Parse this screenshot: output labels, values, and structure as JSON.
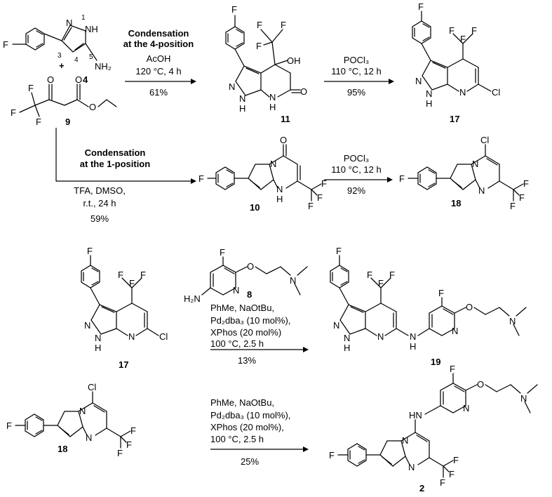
{
  "atoms": {
    "F": "F",
    "N": "N",
    "NH": "NH",
    "NH2": "NH₂",
    "O": "O",
    "OH": "OH",
    "Cl": "Cl",
    "H": "H",
    "HN": "HN",
    "H2N": "H₂N"
  },
  "numbering": {
    "n1": "1",
    "n3": "3",
    "n4": "4",
    "n5": "5"
  },
  "compounds": {
    "c4": "4",
    "c9": "9",
    "c11": "11",
    "c17": "17",
    "c10": "10",
    "c18": "18",
    "c8": "8",
    "c19": "19",
    "c2": "2"
  },
  "plus": "+",
  "reactions": {
    "r1": {
      "title1": "Condensation",
      "title2": "at the 4-position",
      "reagent": "AcOH",
      "temp": "120 °C, 4 h",
      "yield": "61%"
    },
    "r2": {
      "reagent": "POCl₃",
      "temp": "110 °C, 12 h",
      "yield": "95%"
    },
    "r3": {
      "title1": "Condensation",
      "title2": "at the 1-position",
      "reagent": "TFA, DMSO,",
      "temp": "r.t., 24 h",
      "yield": "59%"
    },
    "r4": {
      "reagent": "POCl₃",
      "temp": "110 °C, 12 h",
      "yield": "92%"
    },
    "r5": {
      "l1": "PhMe, NaOtBu,",
      "l2": "Pd₂dba₃ (10 mol%),",
      "l3": "XPhos (20 mol%)",
      "l4": "100 °C, 2.5 h",
      "yield": "13%"
    },
    "r6": {
      "l1": "PhMe, NaOtBu,",
      "l2": "Pd₂dba₃ (10 mol%),",
      "l3": "XPhos (20 mol%),",
      "l4": "100 °C, 2.5 h",
      "yield": "25%"
    }
  }
}
